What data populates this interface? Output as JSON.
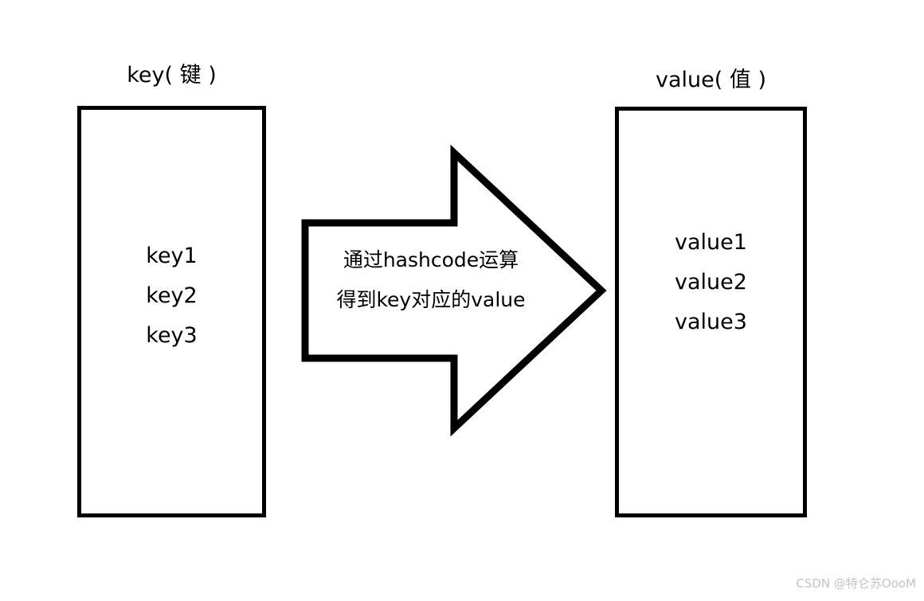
{
  "diagram": {
    "left_box": {
      "title": "key( 键 )",
      "items": [
        "key1",
        "key2",
        "key3"
      ]
    },
    "right_box": {
      "title": "value( 值 )",
      "items": [
        "value1",
        "value2",
        "value3"
      ]
    },
    "arrow": {
      "direction": "right",
      "label_line1": "通过hashcode运算",
      "label_line2": "得到key对应的value"
    },
    "watermark": "CSDN @特仑苏OooM",
    "colors": {
      "stroke": "#000000",
      "background": "#ffffff",
      "watermark_text": "#c3c3c3"
    }
  }
}
